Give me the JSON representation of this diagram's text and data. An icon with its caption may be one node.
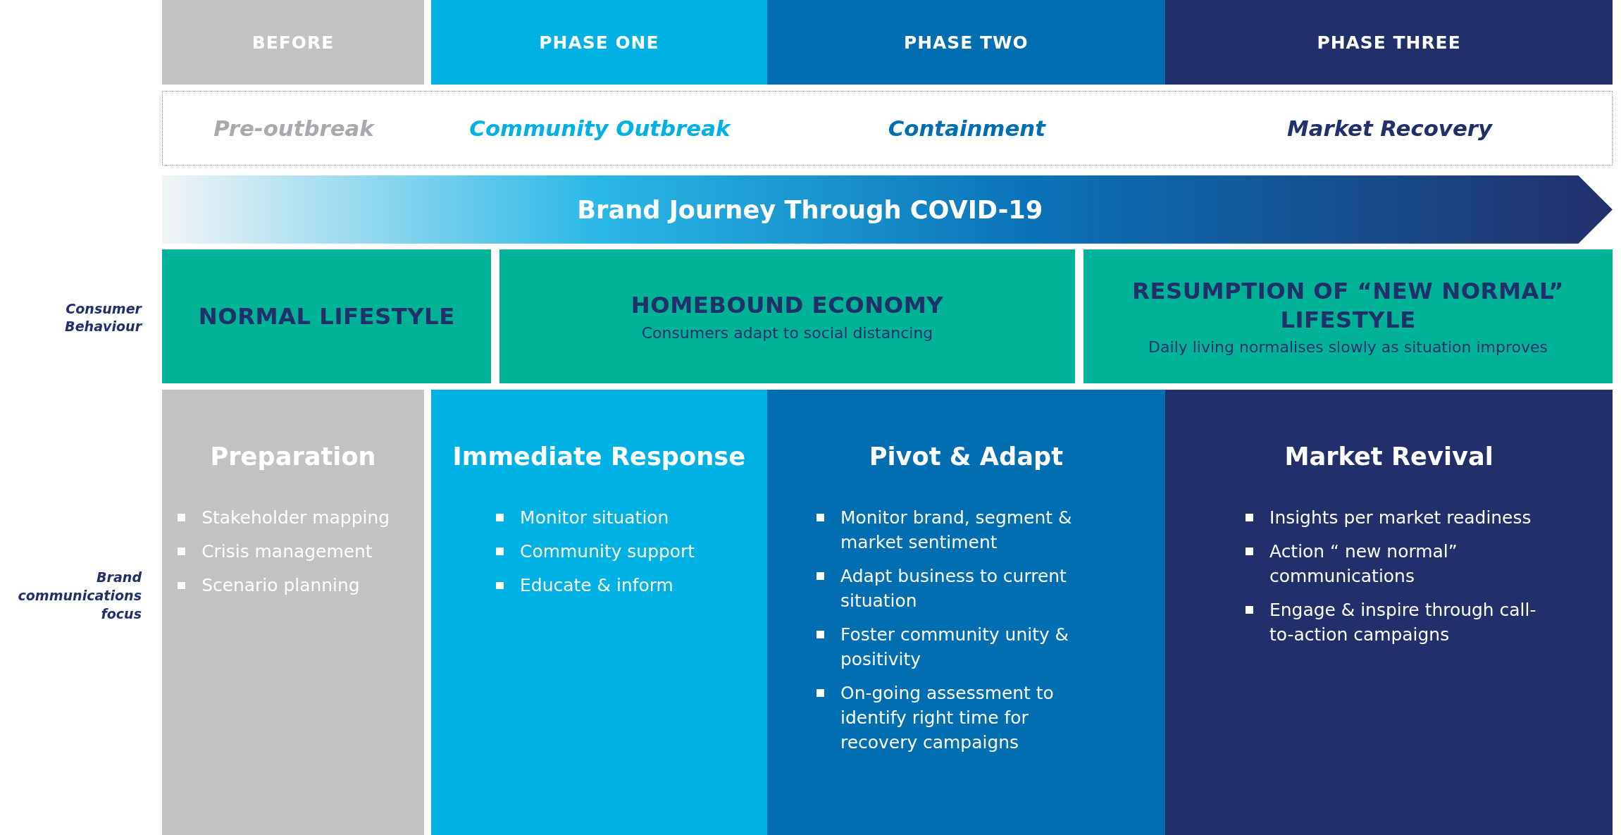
{
  "diagram": {
    "nodes": [
      {
        "text": [
          "BEFORE"
        ]
      },
      {
        "text": [
          "PHASE ONE"
        ]
      },
      {
        "text": [
          "PHASE TWO"
        ]
      },
      {
        "text": [
          "PHASE THREE"
        ]
      },
      {
        "text": [
          "Pre-outbreak",
          "Community Outbreak",
          "Containment",
          "Market Recovery"
        ]
      },
      {
        "text": [
          "Brand Journey Through COVID-19"
        ]
      },
      {
        "text": [
          "NORMAL LIFESTYLE"
        ]
      },
      {
        "text": [
          "HOMEBOUND ECONOMY",
          "Consumers adapt to social distancing"
        ]
      },
      {
        "text": [
          "RESUMPTION OF “NEW NORMAL” LIFESTYLE",
          "Daily living normalises slowly as situation improves"
        ]
      },
      {
        "text": [
          "Preparation",
          "Stakeholder mapping",
          "Crisis management",
          "Scenario planning"
        ]
      },
      {
        "text": [
          "Immediate Response",
          "Monitor situation",
          "Community support",
          "Educate & inform"
        ]
      },
      {
        "text": [
          "Pivot & Adapt",
          "Monitor brand, segment & market sentiment",
          "Adapt business to current situation",
          "Foster community unity & positivity",
          "On-going assessment to identify right time for recovery campaigns"
        ]
      },
      {
        "text": [
          "Market Revival",
          "Insights per market readiness",
          "Action “ new normal” communications",
          "Engage & inspire through call-to-action campaigns"
        ]
      }
    ],
    "edges": [],
    "labels": [
      "Consumer Behaviour",
      "Brand communications focus"
    ]
  }
}
